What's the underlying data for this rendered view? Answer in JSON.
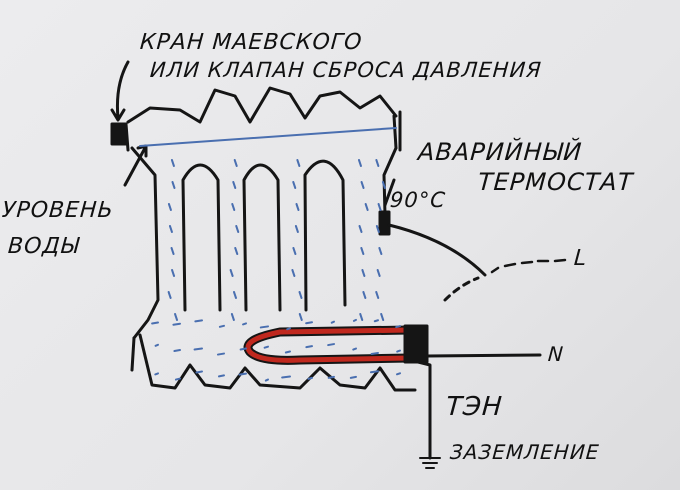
{
  "labels": {
    "valve_line1": "КРАН МАЕВСКОГО",
    "valve_line2": "ИЛИ КЛАПАН СБРОСА ДАВЛЕНИЯ",
    "water_level_line1": "УРОВЕНЬ",
    "water_level_line2": "ВОДЫ",
    "thermostat_line1": "АВАРИЙНЫЙ",
    "thermostat_line2": "ТЕРМОСТАТ",
    "temperature": "90°C",
    "line_phase": "L",
    "neutral": "N",
    "heater": "ТЭН",
    "ground": "ЗАЗЕМЛЕНИЕ"
  },
  "colors": {
    "ink": "#151515",
    "water": "#4a6fb0",
    "heater": "#c0281e"
  }
}
